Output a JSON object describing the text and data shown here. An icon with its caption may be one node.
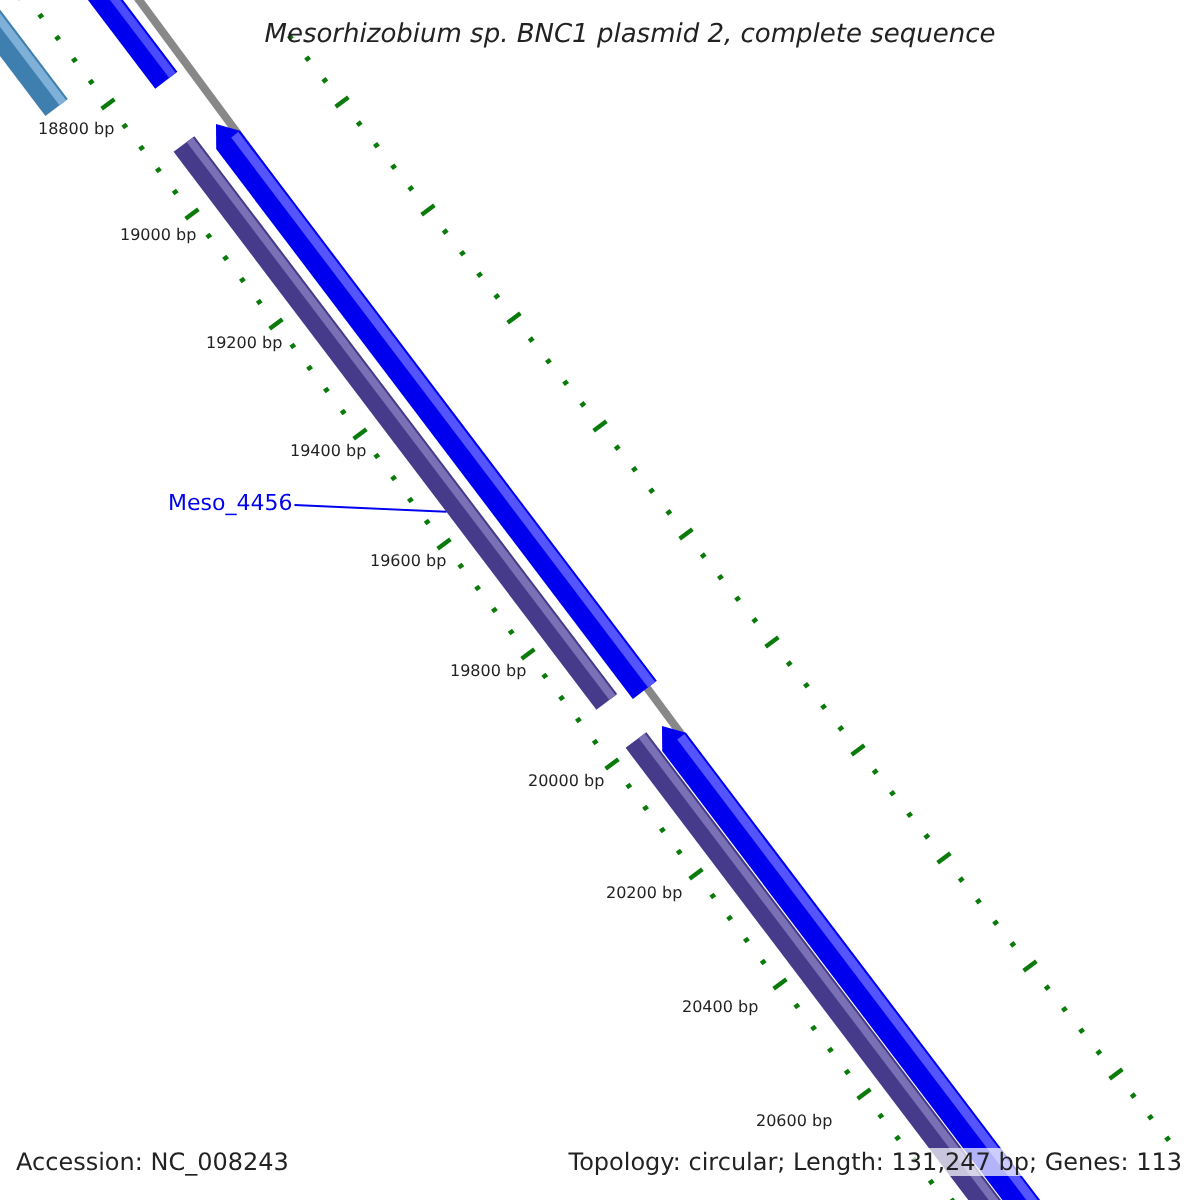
{
  "diagram": {
    "title": "Mesorhizobium sp. BNC1 plasmid 2, complete sequence",
    "nodes": [
      {
        "text": [
          "Meso_4456"
        ]
      },
      {
        "text": [],
        "shape": "bar"
      }
    ],
    "edges": [
      {
        "from": 0,
        "to": 1,
        "arrow": "none"
      }
    ],
    "labels": [
      "18800 bp",
      "19000 bp",
      "19200 bp",
      "19400 bp",
      "19600 bp",
      "19800 bp",
      "20000 bp",
      "20200 bp",
      "20400 bp",
      "20600 bp",
      "Accession: NC_008243",
      "Topology: circular; Length: 131,247 bp; Genes: 113"
    ]
  }
}
